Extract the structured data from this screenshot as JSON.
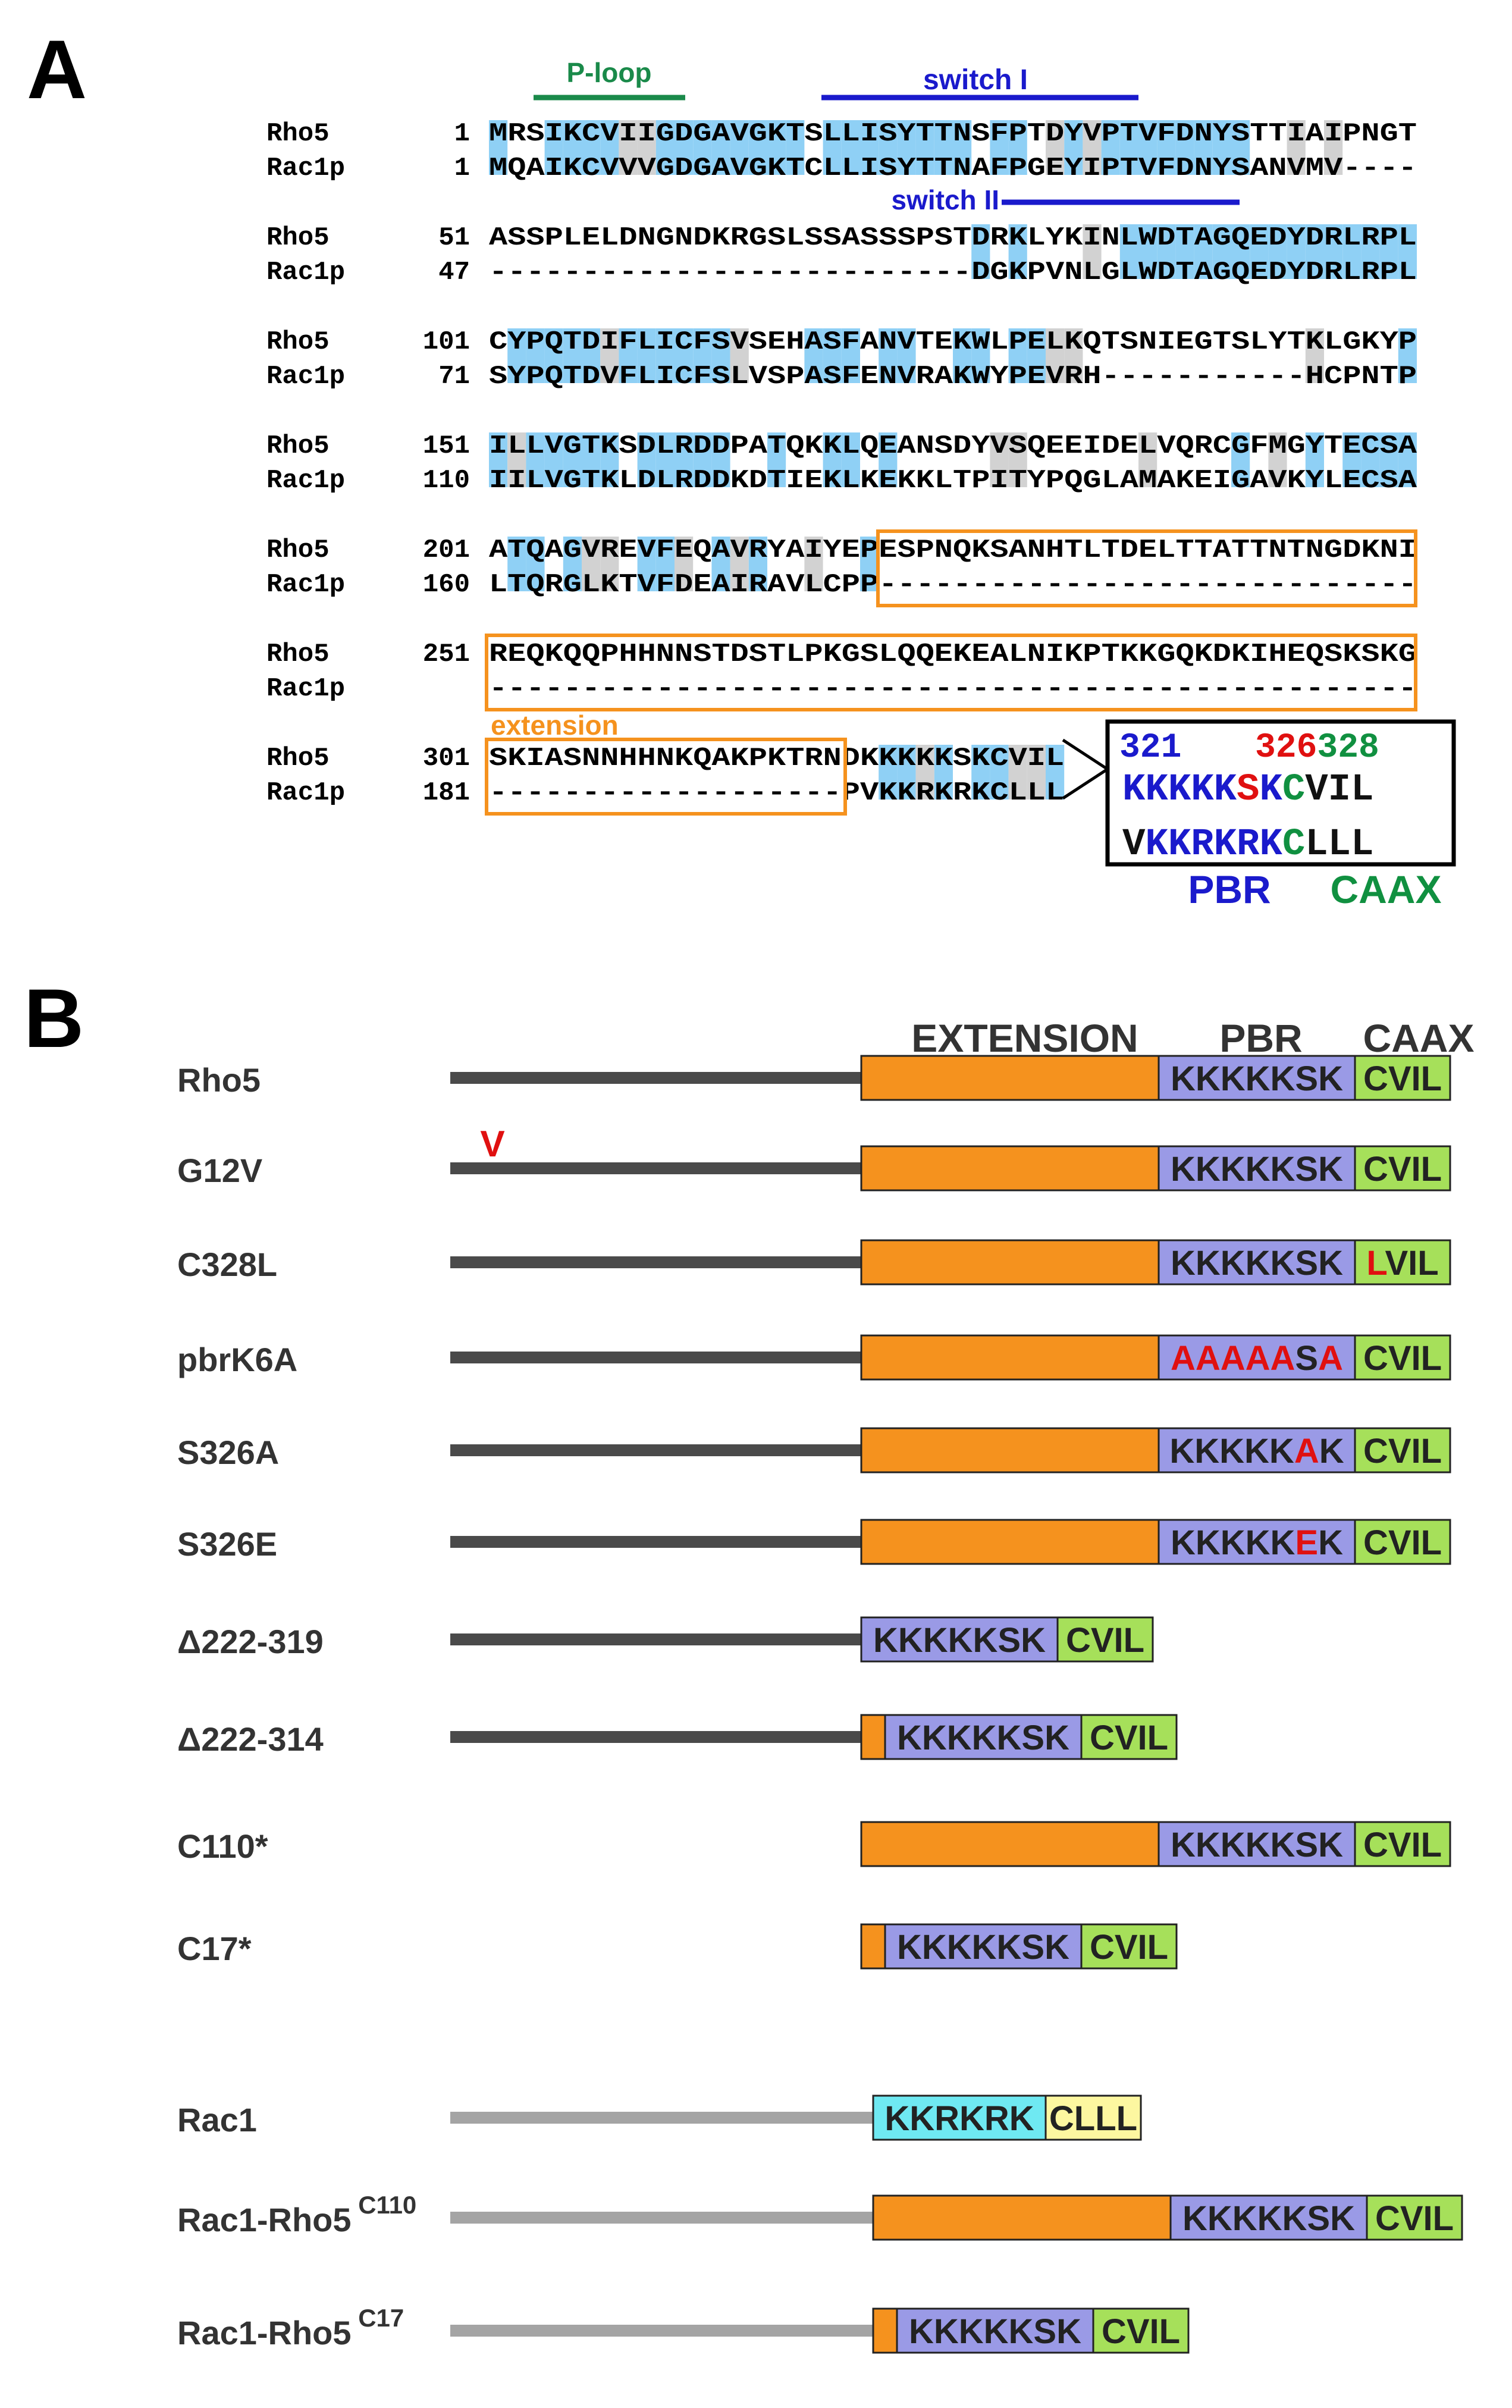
{
  "panel_a": {
    "label": "A",
    "feature_labels": {
      "ploop": "P-loop",
      "switch1": "switch I",
      "switch2": "switch II",
      "extension": "extension"
    },
    "blocks": [
      {
        "rows": [
          {
            "name": "Rho5",
            "num": "1",
            "seq": "MRSIKCVIIGDGAVGKTSLLISYTTNSFPTDYVPTVFDNYSTTIAIPNGT"
          },
          {
            "name": "Rac1p",
            "num": "1",
            "seq": "MQAIKCVVVGDGAVGKTCLLISYTTNAFPGEYIPTVFDNYSANVMV----"
          }
        ]
      },
      {
        "rows": [
          {
            "name": "Rho5",
            "num": "51",
            "seq": "ASSPLELDNGNDKRGSLSSASSSPSTDRKLYKINLWDTAGQEDYDRLRPL"
          },
          {
            "name": "Rac1p",
            "num": "47",
            "seq": "--------------------------DGKPVNLGLWDTAGQEDYDRLRPL"
          }
        ]
      },
      {
        "rows": [
          {
            "name": "Rho5",
            "num": "101",
            "seq": "CYPQTDIFLICFSVSEHASFANVTEKWLPELKQTSNIEGTSLYTKLGKYP"
          },
          {
            "name": "Rac1p",
            "num": "71",
            "seq": "SYPQTDVFLICFSLVSPASFENVRAKWYPEVRH-----------HCPNTP"
          }
        ]
      },
      {
        "rows": [
          {
            "name": "Rho5",
            "num": "151",
            "seq": "ILLVGTKSDLRDDPATQKKLQEANSDYVSQEEIDELVQRCGFMGYTECSA"
          },
          {
            "name": "Rac1p",
            "num": "110",
            "seq": "IILVGTKLDLRDDKDTIEKLKEKKLTPITYPQGLAMAKEIGAVKYLECSA"
          }
        ]
      },
      {
        "rows": [
          {
            "name": "Rho5",
            "num": "201",
            "seq": "ATQAGVREVFEQAVRYAIYEPESPNQKSANHTLTDELTTATTNTNGDKNI"
          },
          {
            "name": "Rac1p",
            "num": "160",
            "seq": "LTQRGLKTVFDEAIRAVLCPP-----------------------------"
          }
        ]
      },
      {
        "rows": [
          {
            "name": "Rho5",
            "num": "251",
            "seq": "REQKQQPHHNNSTDSTLPKGSLQQEKEALNIKPTKKGQKDKIHEQSKSKG"
          },
          {
            "name": "Rac1p",
            "num": "",
            "seq": "--------------------------------------------------"
          }
        ]
      },
      {
        "rows": [
          {
            "name": "Rho5",
            "num": "301",
            "seq": "SKIASNNHHNKQAKPKTRNDKKKKKSKCVIL"
          },
          {
            "name": "Rac1p",
            "num": "181",
            "seq": "-------------------PVKKRKRKCLLL"
          }
        ]
      }
    ],
    "zoom_box": {
      "numbers": [
        {
          "text": "321",
          "color": "#1a1acc"
        },
        {
          "text": "326",
          "color": "#e01010"
        },
        {
          "text": "328",
          "color": "#109040"
        }
      ],
      "rho5_tail": [
        {
          "text": "KKKKK",
          "color": "#1a1acc"
        },
        {
          "text": "S",
          "color": "#e01010"
        },
        {
          "text": "K",
          "color": "#1a1acc"
        },
        {
          "text": "C",
          "color": "#109040"
        },
        {
          "text": "VIL",
          "color": "#111111"
        }
      ],
      "rac1_tail": [
        {
          "text": "V",
          "color": "#111111"
        },
        {
          "text": "KKRKRK",
          "color": "#1a1acc"
        },
        {
          "text": "C",
          "color": "#109040"
        },
        {
          "text": "LLL",
          "color": "#111111"
        }
      ],
      "pbr_label": "PBR",
      "caax_label": "CAAX"
    }
  },
  "panel_b": {
    "label": "B",
    "headers": {
      "extension": "EXTENSION",
      "pbr": "PBR",
      "caax": "CAAX"
    },
    "constructs": [
      {
        "name": "Rho5",
        "sup": "",
        "segments": [
          {
            "kind": "ext"
          },
          {
            "kind": "pbr",
            "parts": [
              {
                "text": "KKKKKSK"
              }
            ]
          },
          {
            "kind": "caax",
            "parts": [
              {
                "text": "CVIL"
              }
            ]
          }
        ]
      },
      {
        "name": "G12V",
        "sup": "",
        "mutation_mark": "V",
        "segments": [
          {
            "kind": "ext"
          },
          {
            "kind": "pbr",
            "parts": [
              {
                "text": "KKKKKSK"
              }
            ]
          },
          {
            "kind": "caax",
            "parts": [
              {
                "text": "CVIL"
              }
            ]
          }
        ]
      },
      {
        "name": "C328L",
        "sup": "",
        "segments": [
          {
            "kind": "ext"
          },
          {
            "kind": "pbr",
            "parts": [
              {
                "text": "KKKKKSK"
              }
            ]
          },
          {
            "kind": "caax",
            "parts": [
              {
                "text": "L",
                "red": true
              },
              {
                "text": "VIL"
              }
            ]
          }
        ]
      },
      {
        "name": "pbrK6A",
        "sup": "",
        "segments": [
          {
            "kind": "ext"
          },
          {
            "kind": "pbr",
            "parts": [
              {
                "text": "AAAAA",
                "red": true
              },
              {
                "text": "S"
              },
              {
                "text": "A",
                "red": true
              }
            ]
          },
          {
            "kind": "caax",
            "parts": [
              {
                "text": "CVIL"
              }
            ]
          }
        ]
      },
      {
        "name": "S326A",
        "sup": "",
        "segments": [
          {
            "kind": "ext"
          },
          {
            "kind": "pbr",
            "parts": [
              {
                "text": "KKKKK"
              },
              {
                "text": "A",
                "red": true
              },
              {
                "text": "K"
              }
            ]
          },
          {
            "kind": "caax",
            "parts": [
              {
                "text": "CVIL"
              }
            ]
          }
        ]
      },
      {
        "name": "S326E",
        "sup": "",
        "segments": [
          {
            "kind": "ext"
          },
          {
            "kind": "pbr",
            "parts": [
              {
                "text": "KKKKK"
              },
              {
                "text": "E",
                "red": true
              },
              {
                "text": "K"
              }
            ]
          },
          {
            "kind": "caax",
            "parts": [
              {
                "text": "CVIL"
              }
            ]
          }
        ]
      },
      {
        "name": "Δ222-319",
        "sup": "",
        "segments": [
          {
            "kind": "pbr",
            "parts": [
              {
                "text": "KKKKKSK"
              }
            ]
          },
          {
            "kind": "caax",
            "parts": [
              {
                "text": "CVIL"
              }
            ]
          }
        ]
      },
      {
        "name": "Δ222-314",
        "sup": "",
        "segments": [
          {
            "kind": "extstub"
          },
          {
            "kind": "pbr",
            "parts": [
              {
                "text": "KKKKKSK"
              }
            ]
          },
          {
            "kind": "caax",
            "parts": [
              {
                "text": "CVIL"
              }
            ]
          }
        ]
      },
      {
        "name": "C110*",
        "sup": "",
        "segments": [
          {
            "kind": "ext"
          },
          {
            "kind": "pbr",
            "parts": [
              {
                "text": "KKKKKSK"
              }
            ]
          },
          {
            "kind": "caax",
            "parts": [
              {
                "text": "CVIL"
              }
            ]
          }
        ]
      },
      {
        "name": "C17*",
        "sup": "",
        "segments": [
          {
            "kind": "extstub"
          },
          {
            "kind": "pbr",
            "parts": [
              {
                "text": "KKKKKSK"
              }
            ]
          },
          {
            "kind": "caax",
            "parts": [
              {
                "text": "CVIL"
              }
            ]
          }
        ]
      },
      {
        "name": "Rac1",
        "sup": "",
        "segments": [
          {
            "kind": "racpbr",
            "parts": [
              {
                "text": "KKRKRK"
              }
            ]
          },
          {
            "kind": "raccaax",
            "parts": [
              {
                "text": "CLLL"
              }
            ]
          }
        ]
      },
      {
        "name": "Rac1-Rho5",
        "sup": "C110",
        "segments": [
          {
            "kind": "ext"
          },
          {
            "kind": "pbr",
            "parts": [
              {
                "text": "KKKKKSK"
              }
            ]
          },
          {
            "kind": "caax",
            "parts": [
              {
                "text": "CVIL"
              }
            ]
          }
        ]
      },
      {
        "name": "Rac1-Rho5",
        "sup": "C17",
        "segments": [
          {
            "kind": "extstub"
          },
          {
            "kind": "pbr",
            "parts": [
              {
                "text": "KKKKKSK"
              }
            ]
          },
          {
            "kind": "caax",
            "parts": [
              {
                "text": "CVIL"
              }
            ]
          }
        ]
      }
    ]
  },
  "colors": {
    "identical": "#8fd0f5",
    "similar": "#d2d2d2",
    "ploop": "#1a8a4a",
    "switch": "#1a1acc",
    "extension": "#f5921e",
    "pbr": "#9a9ae6",
    "caax": "#a6e05a",
    "rac_pbr": "#6fe9f2",
    "rac_caax": "#fdf7a0",
    "rho5_line": "#4a4a4a",
    "rac1_line": "#a4a4a4",
    "mutation": "#e01010"
  }
}
